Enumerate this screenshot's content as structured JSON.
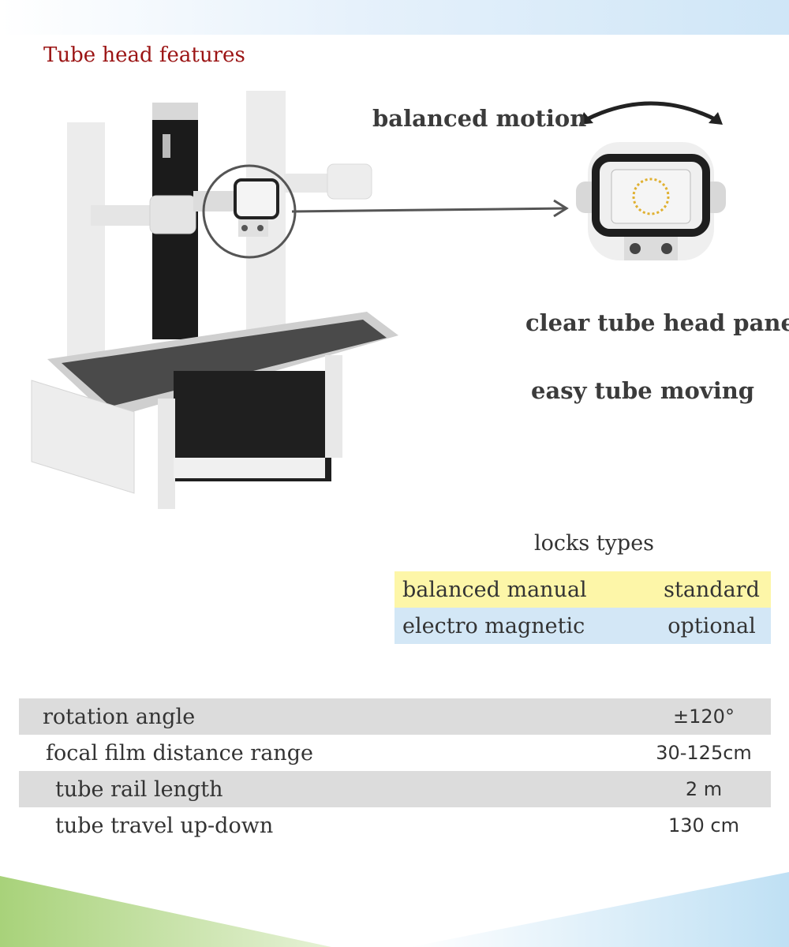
{
  "header": {
    "title": "Tube head features"
  },
  "features": {
    "motion": "balanced motion",
    "panel": "clear tube head panel",
    "moving": "easy tube moving"
  },
  "locks": {
    "title": "locks types",
    "rows": [
      {
        "name": "balanced manual",
        "value": "standard",
        "color": "#fdf6a8"
      },
      {
        "name": "electro magnetic",
        "value": "optional",
        "color": "#d3e7f6"
      }
    ]
  },
  "specs": [
    {
      "label": "rotation angle",
      "value": "±120°"
    },
    {
      "label": "focal film distance range",
      "value": "30-125cm"
    },
    {
      "label": "tube rail length",
      "value": "2 m"
    },
    {
      "label": "tube travel up-down",
      "value": "130 cm"
    }
  ],
  "colors": {
    "title": "#9b1414",
    "table_stripe": "#dcdcdc",
    "arrow": "#555555"
  },
  "icons": {
    "motion": "curved-double-arrow-icon",
    "pointer": "pointer-arrow-icon"
  }
}
